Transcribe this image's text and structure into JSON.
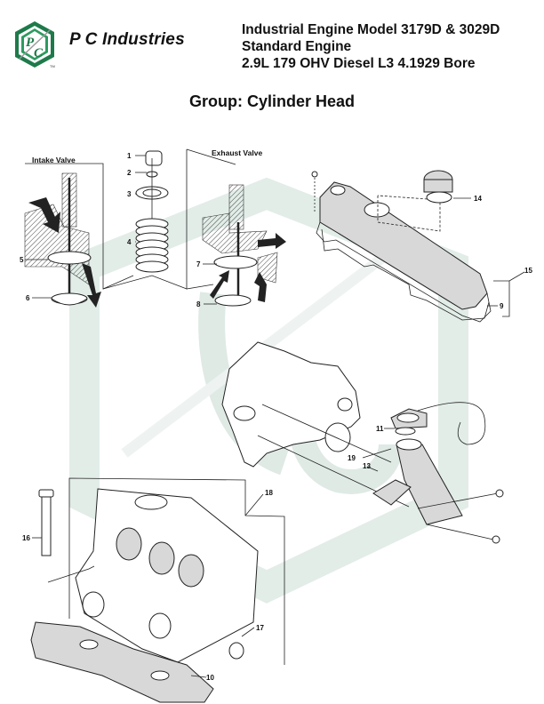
{
  "header": {
    "logo_icon": "pc-industries-hexagon-logo",
    "logo_letters": [
      "P",
      "C"
    ],
    "logo_trademark": "TM",
    "brand_name": "P C Industries",
    "title_lines": [
      "Industrial Engine Model 3179D & 3029D",
      "Standard Engine",
      "2.9L 179 OHV Diesel L3 4.1929 Bore"
    ]
  },
  "group_title": "Group: Cylinder Head",
  "colors": {
    "brand_green": "#1e7a4a",
    "watermark": "#dce9e4",
    "text": "#111111"
  },
  "diagram": {
    "section_labels": {
      "intake": "Intake Valve",
      "exhaust": "Exhaust Valve"
    },
    "callouts": {
      "c1": "1",
      "c2": "2",
      "c3": "3",
      "c4": "4",
      "c5": "5",
      "c6": "6",
      "c7": "7",
      "c8": "8",
      "c9": "9",
      "c10": "10",
      "c11": "11",
      "c13": "13",
      "c14": "14",
      "c15": "15",
      "c16": "16",
      "c17": "17",
      "c18": "18",
      "c19": "19"
    },
    "parts": [
      {
        "ref": "1",
        "name": "valve-keeper"
      },
      {
        "ref": "2",
        "name": "valve-seal"
      },
      {
        "ref": "3",
        "name": "spring-retainer"
      },
      {
        "ref": "4",
        "name": "valve-spring"
      },
      {
        "ref": "5",
        "name": "intake-valve-seat"
      },
      {
        "ref": "6",
        "name": "intake-valve"
      },
      {
        "ref": "7",
        "name": "exhaust-valve-seat"
      },
      {
        "ref": "8",
        "name": "exhaust-valve"
      },
      {
        "ref": "9",
        "name": "rocker-cover-gasket"
      },
      {
        "ref": "10",
        "name": "cylinder-head-gasket"
      },
      {
        "ref": "11",
        "name": "filler-neck-o-ring"
      },
      {
        "ref": "13",
        "name": "filler-neck-gasket"
      },
      {
        "ref": "14",
        "name": "oil-filler-cap"
      },
      {
        "ref": "15",
        "name": "rocker-arm-cover-assembly"
      },
      {
        "ref": "16",
        "name": "head-cap-screw"
      },
      {
        "ref": "17",
        "name": "expansion-plug"
      },
      {
        "ref": "18",
        "name": "cylinder-head"
      },
      {
        "ref": "19",
        "name": "oil-filler-neck"
      }
    ]
  }
}
